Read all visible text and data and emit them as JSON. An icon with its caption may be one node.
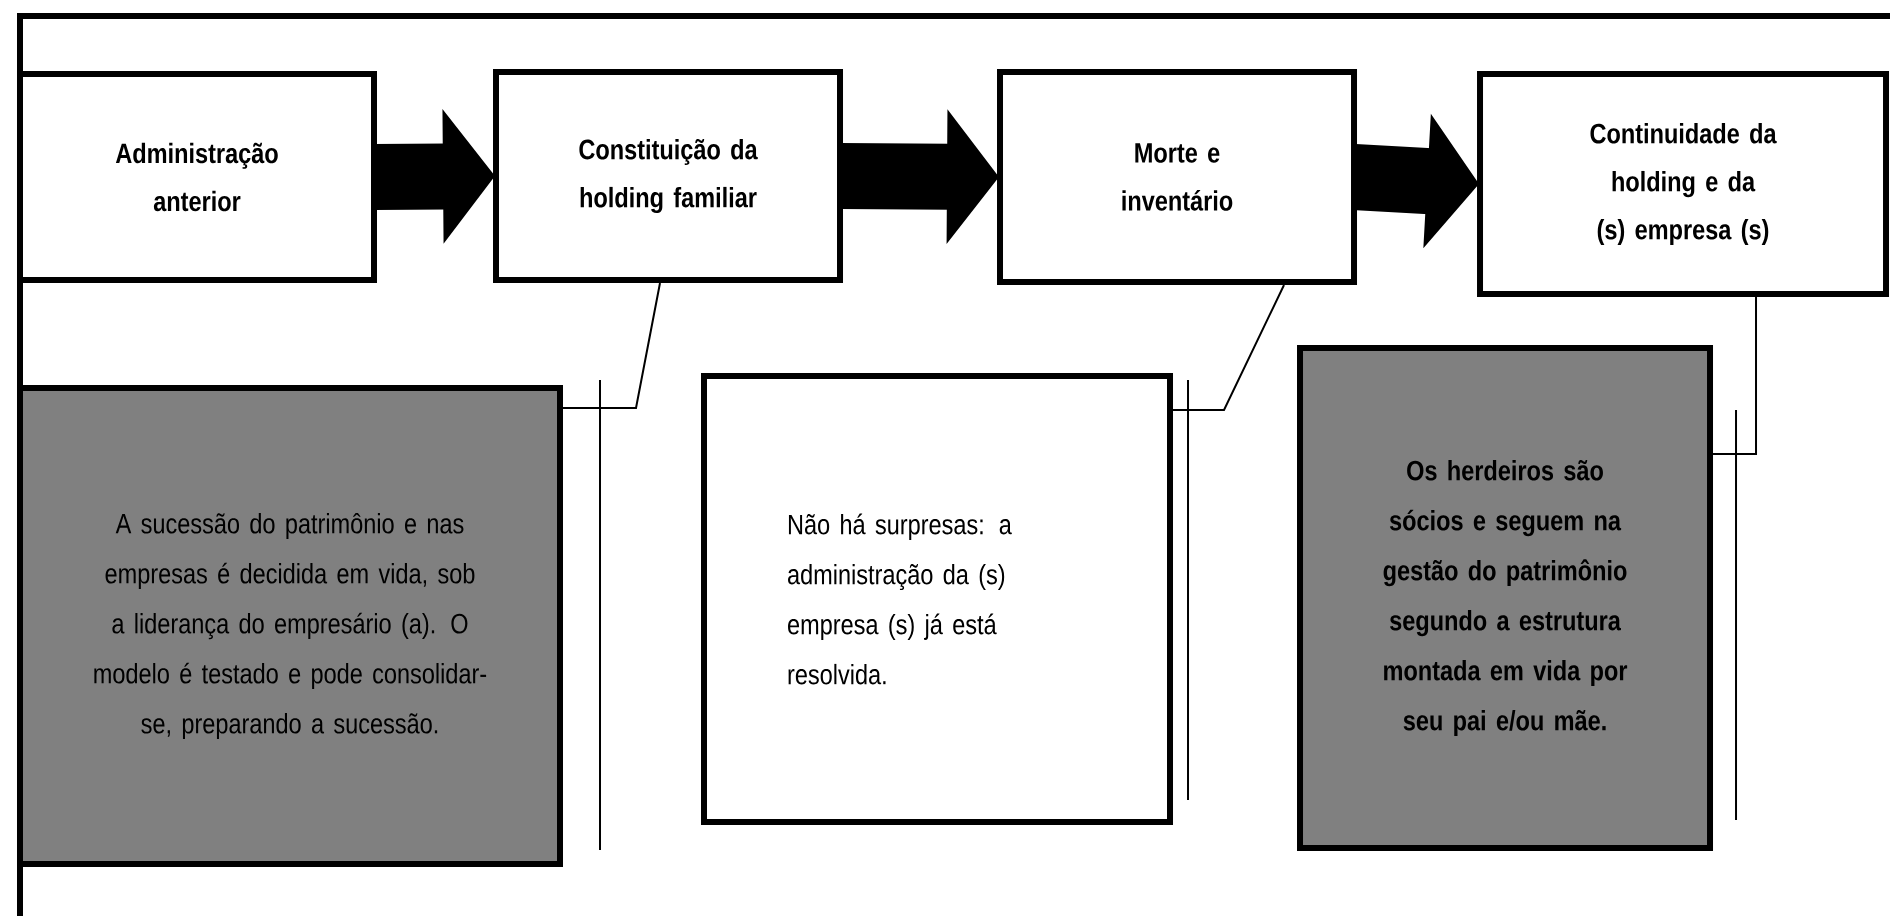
{
  "diagram": {
    "nodes": [
      {
        "text": [
          "Administração anterior"
        ]
      },
      {
        "text": [
          "Constituição da holding familiar"
        ]
      },
      {
        "text": [
          "Morte e inventário"
        ]
      },
      {
        "text": [
          "Continuidade da holding e da (s) empresa (s)"
        ]
      },
      {
        "text": [
          "A sucessão do patrimônio e nas empresas é decidida em vida, sob a liderança do empresário (a). O modelo é testado e pode consolidar-se, preparando a sucessão."
        ]
      },
      {
        "text": [
          "Não há surpresas: a administração da (s) empresa (s) já está resolvida."
        ]
      },
      {
        "text": [
          "Os herdeiros são sócios e seguem na gestão do patrimônio segundo a estrutura montada em vida por seu pai e/ou mãe."
        ]
      }
    ],
    "edges": [
      {
        "from": 0,
        "to": 1,
        "arrow": "to",
        "style": "thick"
      },
      {
        "from": 1,
        "to": 2,
        "arrow": "to",
        "style": "thick"
      },
      {
        "from": 2,
        "to": 3,
        "arrow": "to",
        "style": "thick"
      },
      {
        "from": 4,
        "to": 1,
        "arrow": "none"
      },
      {
        "from": 5,
        "to": 2,
        "arrow": "none"
      },
      {
        "from": 6,
        "to": 3,
        "arrow": "none"
      }
    ]
  }
}
